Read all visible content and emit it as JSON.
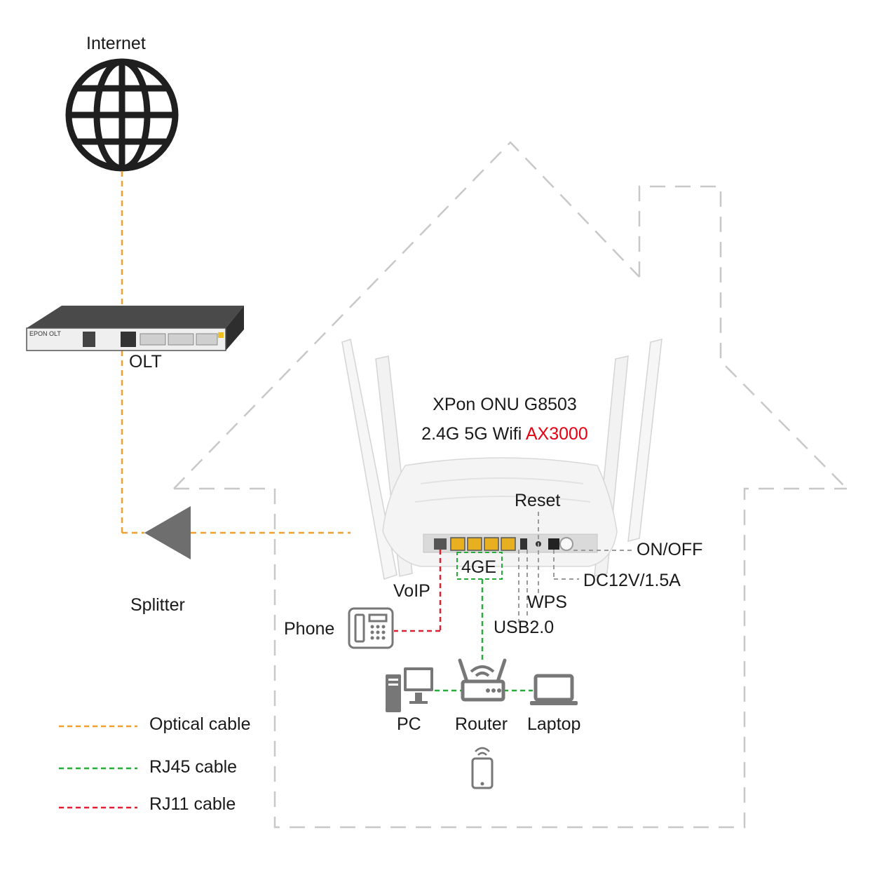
{
  "labels": {
    "internet": "Internet",
    "olt": "OLT",
    "olt_panel": "EPON OLT",
    "splitter": "Splitter",
    "title_line1": "XPon ONU G8503",
    "title_line2_prefix": "2.4G 5G Wifi ",
    "title_line2_accent": "AX3000",
    "reset": "Reset",
    "on_off": "ON/OFF",
    "dc": "DC12V/1.5A",
    "four_ge": "4GE",
    "voip": "VoIP",
    "wps": "WPS",
    "usb": "USB2.0",
    "phone": "Phone",
    "pc": "PC",
    "router": "Router",
    "laptop": "Laptop"
  },
  "legend": [
    {
      "label": "Optical cable",
      "color": "#f0a030"
    },
    {
      "label": "RJ45 cable",
      "color": "#2aaa3a"
    },
    {
      "label": "RJ11 cable",
      "color": "#e02030"
    }
  ],
  "colors": {
    "optical": "#f0a030",
    "rj45": "#2aaa3a",
    "rj11": "#e02030",
    "accent": "#e60012",
    "house_outline": "#c8c8c8",
    "icon_gray": "#777777"
  },
  "icons": [
    "globe-icon",
    "olt-device-icon",
    "splitter-icon",
    "onu-router-icon",
    "phone-icon",
    "pc-icon",
    "router-icon",
    "laptop-icon",
    "smartphone-icon"
  ]
}
